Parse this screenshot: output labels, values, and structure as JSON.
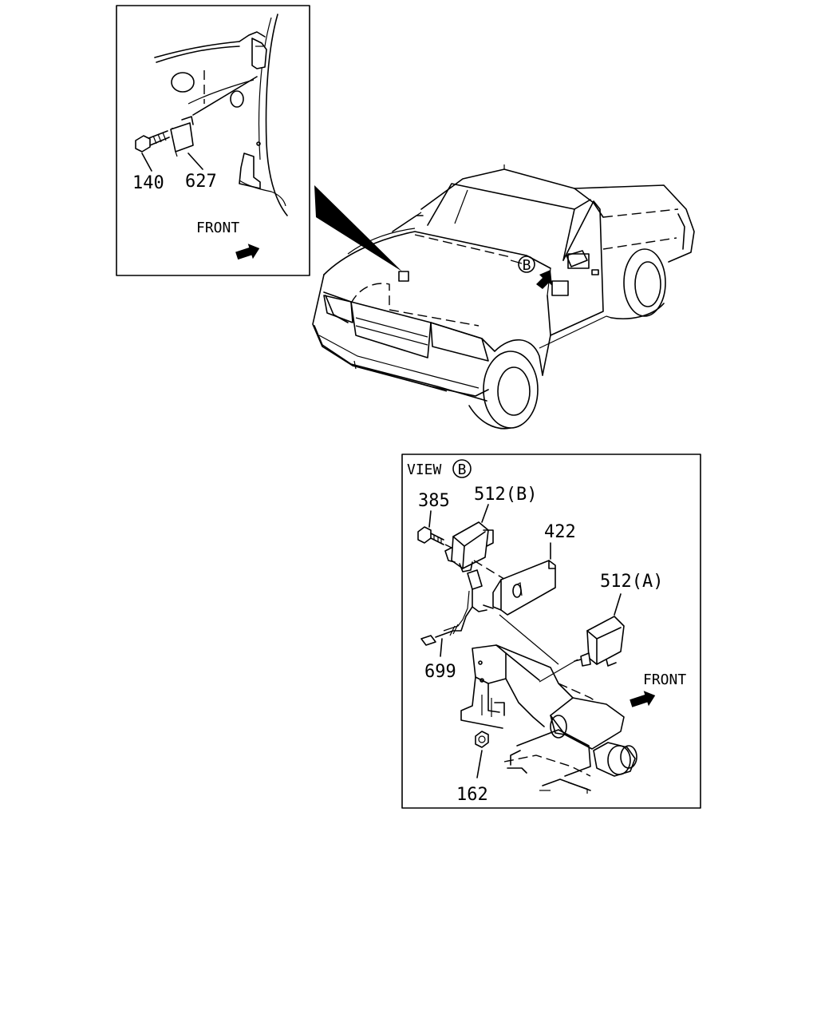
{
  "inset_top": {
    "parts": {
      "bolt": "140",
      "relay": "627"
    },
    "direction_label": "FRONT"
  },
  "truck": {
    "view_callout": "B"
  },
  "inset_bottom": {
    "title_prefix": "VIEW",
    "title_circle": "B",
    "parts": {
      "bolt": "385",
      "module_b": "512(B)",
      "bracket": "422",
      "module_a": "512(A)",
      "sensor": "699",
      "nut": "162"
    },
    "direction_label": "FRONT"
  }
}
